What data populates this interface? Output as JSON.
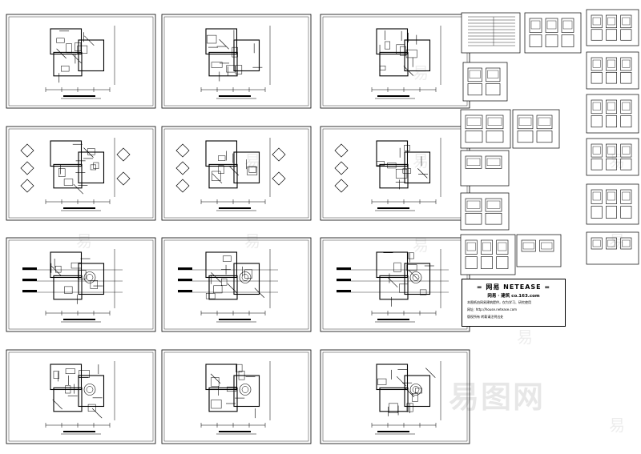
{
  "colors": {
    "line": "#000000",
    "background": "#ffffff"
  },
  "legend": {
    "title": "= 网易 NETEASE =",
    "subtitle": "网易 · 建筑 co.163.com",
    "line1": "本图纸由网易建筑提供，仅为学习、研究使用",
    "line2": "网址: http://house.netease.com",
    "line3": "版权所有 转载请注明出处"
  },
  "watermark": {
    "glyph": "易",
    "big": "易图网"
  }
}
